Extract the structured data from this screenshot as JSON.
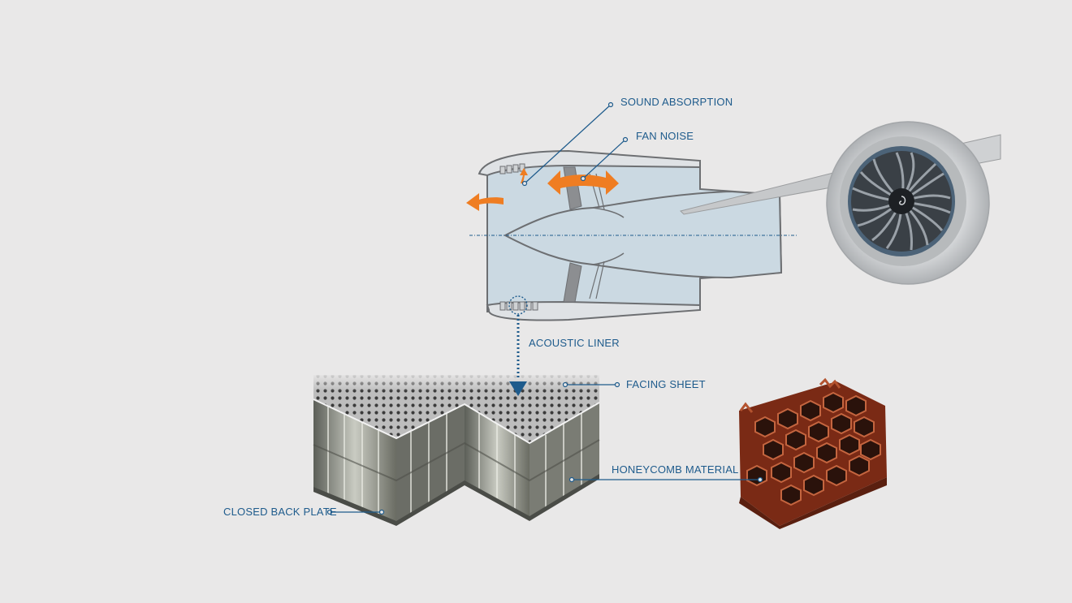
{
  "labels": {
    "sound_absorption": "SOUND ABSORPTION",
    "fan_noise": "FAN NOISE",
    "acoustic_liner": "ACOUSTIC LINER",
    "facing_sheet": "FACING SHEET",
    "honeycomb_material": "HONEYCOMB MATERIAL",
    "closed_back_plate": "CLOSED BACK PLATE"
  },
  "colors": {
    "background": "#e9e8e8",
    "label": "#1e5b8c",
    "leader_line": "#1e5b8c",
    "arrow": "#ef7d22",
    "nacelle_fill": "#cbd9e2",
    "outline": "#6d6f72",
    "honeycomb": "#9c3a1e"
  }
}
